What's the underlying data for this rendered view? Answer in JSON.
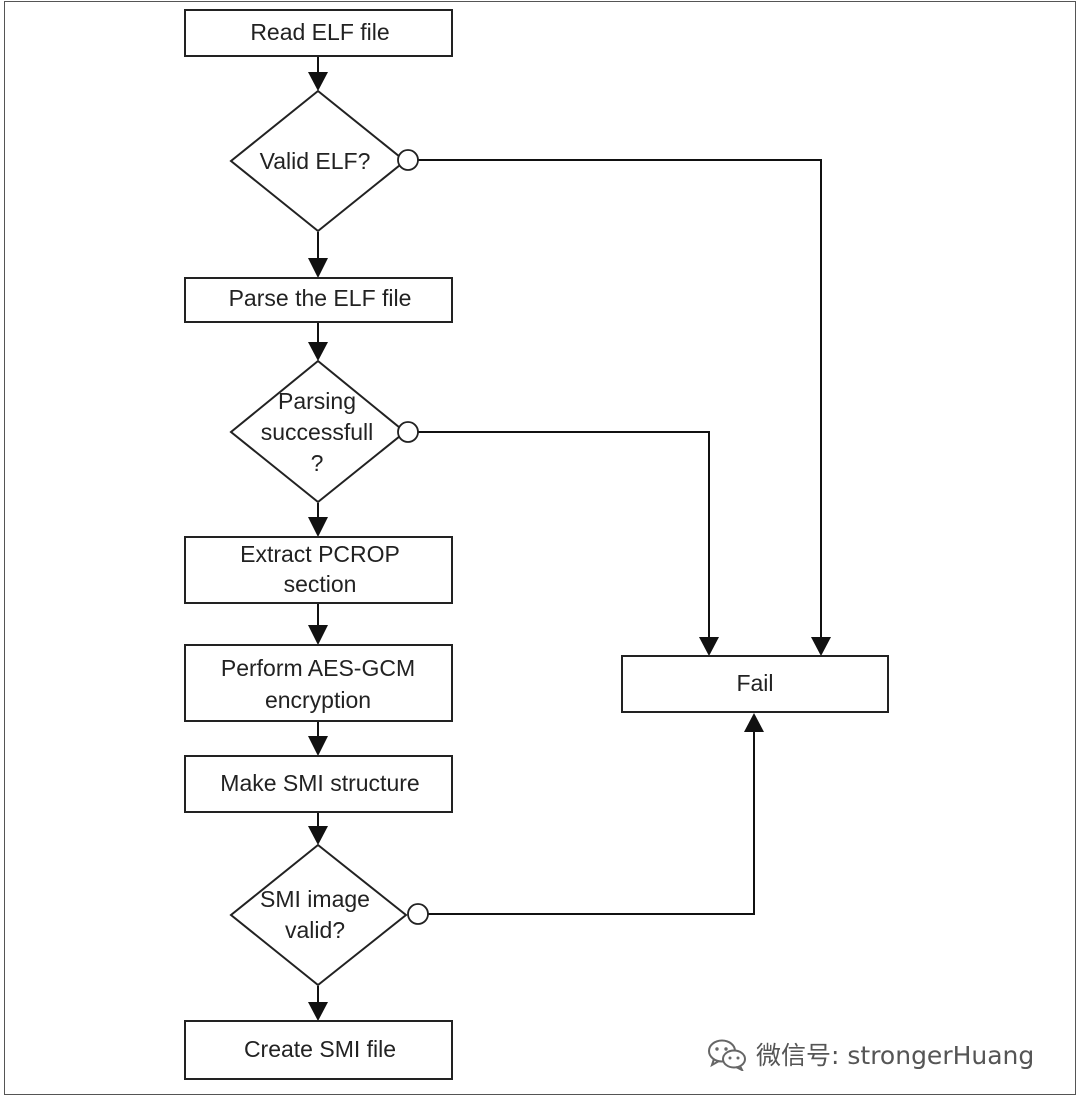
{
  "nodes": {
    "read_elf": "Read  ELF file",
    "valid_elf": "Valid ELF?",
    "parse_elf": "Parse the ELF file",
    "parsing_ok": [
      "Parsing",
      "successfull",
      "?"
    ],
    "extract_pcrop": [
      "Extract PCROP",
      "section"
    ],
    "aes_gcm": [
      "Perform AES-GCM",
      "encryption"
    ],
    "make_smi": "Make SMI structure",
    "smi_valid": [
      "SMI image",
      "valid?"
    ],
    "create_smi": "Create SMI file",
    "fail": "Fail"
  },
  "watermark": {
    "icon": "wechat-icon",
    "text": "微信号: strongerHuang"
  }
}
